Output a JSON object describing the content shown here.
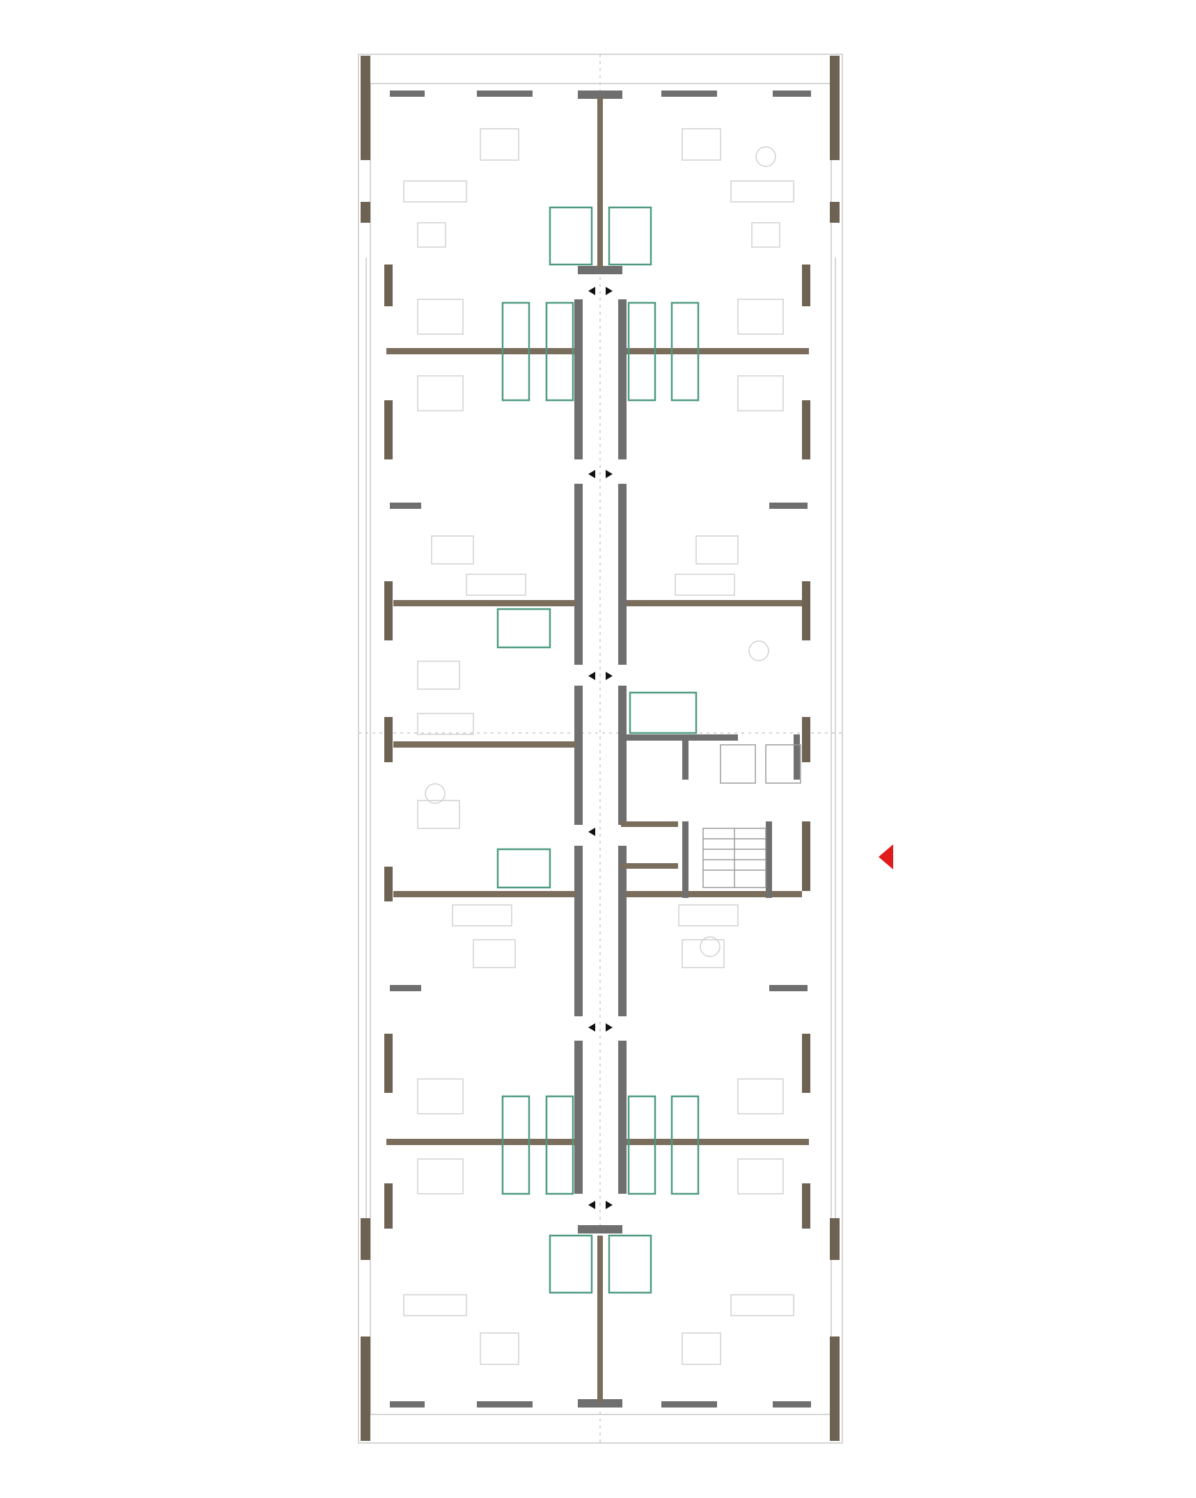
{
  "plan": {
    "colors": {
      "background": "#ffffff",
      "floor_line": "#c8c8c8",
      "furniture": "#d0d0d0",
      "concrete": "#6f6f6f",
      "bearing_wall": "#7a6d5c",
      "facade_column": "#6e6253",
      "sanitary": "#4e9a82",
      "window": "#bfbfbf",
      "marker": "#111111",
      "entrance": "#e11b1b"
    },
    "symbols": {
      "corridor_marker": "triangle-marker",
      "entrance_marker": "triangle-left-red"
    },
    "sections": [
      {
        "key": "north-units"
      },
      {
        "key": "middle-units"
      },
      {
        "key": "core-stair-lift"
      },
      {
        "key": "south-units"
      }
    ]
  }
}
